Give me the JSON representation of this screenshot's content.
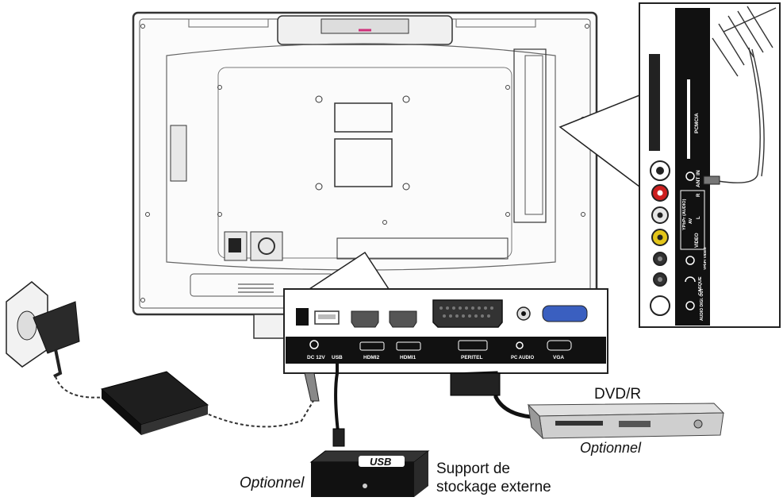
{
  "labels": {
    "dvd": "DVD/R",
    "dvd_optional": "Optionnel",
    "usb_optional": "Optionnel",
    "storage_line1": "Support de",
    "storage_line2": "stockage externe",
    "usb_logo": "USB"
  },
  "bottom_panel": {
    "dc": "DC 12V",
    "usb": "USB",
    "hdmi2": "HDMI2",
    "hdmi1": "HDMI1",
    "peritel": "PERITEL",
    "pc_audio": "PC AUDIO",
    "vga": "VGA"
  },
  "side_panel": {
    "pcmcia": "PCMCIA",
    "ant_in": "ANT IN",
    "ypbpr_audio": "YPbPr (AUDIO)",
    "av": "AV",
    "r": "R",
    "l": "L",
    "video": "VIDEO",
    "ypbpr_video": "YPbPr VIDEO",
    "casque": "CASQUE",
    "audio_dig_out": "AUDIO DIGI. OUT"
  },
  "colors": {
    "panel": "#111111",
    "tv_outline": "#333333",
    "red_jack": "#cc1f1f",
    "yellow_jack": "#e3c51a",
    "vga_blue": "#3a5fc0"
  }
}
